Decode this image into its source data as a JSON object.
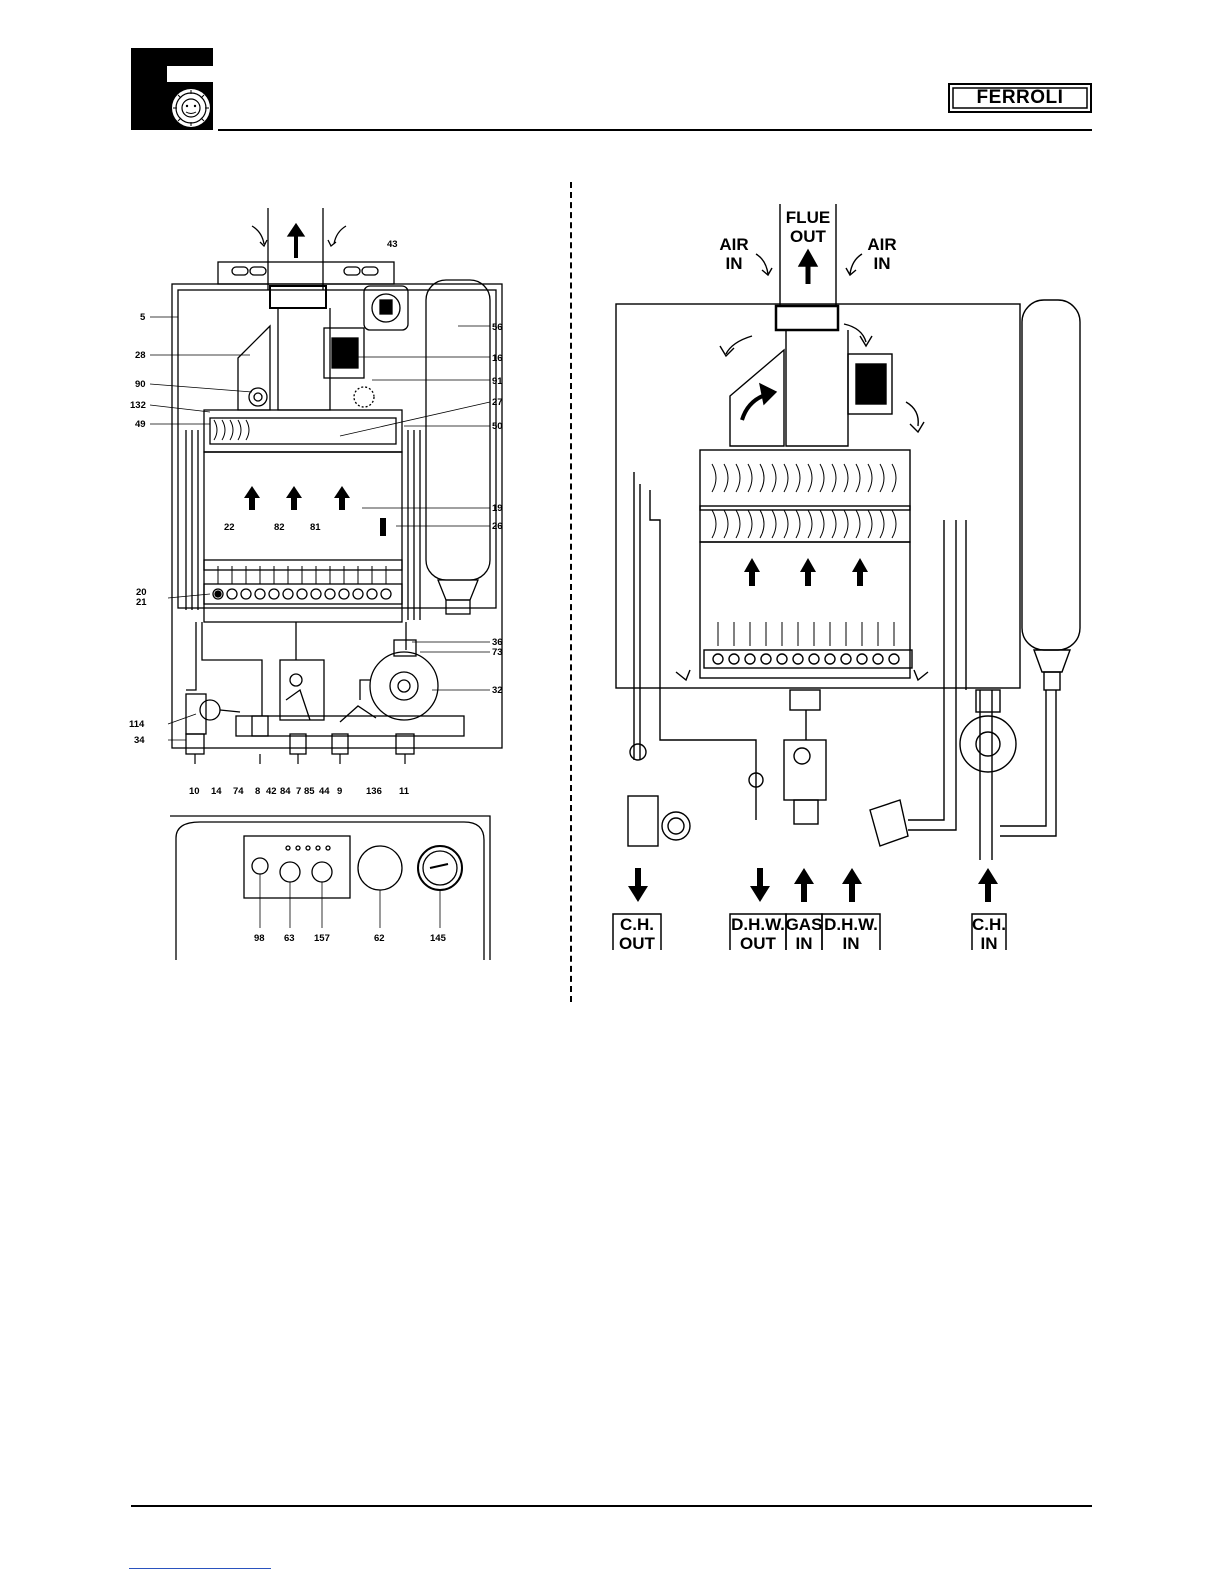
{
  "header": {
    "brand_logo": "ferroli-sun-logo",
    "brand_name": "FERROLI"
  },
  "left_diagram": {
    "callouts": {
      "n43": "43",
      "n5": "5",
      "n56": "56",
      "n28": "28",
      "n16": "16",
      "n90": "90",
      "n91": "91",
      "n132": "132",
      "n27": "27",
      "n49": "49",
      "n50": "50",
      "n19": "19",
      "n22": "22",
      "n82": "82",
      "n81": "81",
      "n26": "26",
      "n20": "20",
      "n21": "21",
      "n36": "36",
      "n73": "73",
      "n32": "32",
      "n114": "114",
      "n34": "34",
      "n10": "10",
      "n14": "14",
      "n74": "74",
      "n8": "8",
      "n42": "42",
      "n84": "84",
      "n7": "7",
      "n85": "85",
      "n44": "44",
      "n9": "9",
      "n136": "136",
      "n11": "11",
      "n98": "98",
      "n63": "63",
      "n157": "157",
      "n62": "62",
      "n145": "145"
    }
  },
  "right_diagram": {
    "flue_out": [
      "FLUE",
      "OUT"
    ],
    "air_in_left": [
      "AIR",
      "IN"
    ],
    "air_in_right": [
      "AIR",
      "IN"
    ],
    "bottom_labels": {
      "ch_out": [
        "C.H.",
        "OUT"
      ],
      "dhw_out": [
        "D.H.W.",
        "OUT"
      ],
      "gas_in": [
        "GAS",
        "IN"
      ],
      "dhw_in": [
        "D.H.W.",
        "IN"
      ],
      "ch_in": [
        "C.H.",
        "IN"
      ]
    }
  }
}
